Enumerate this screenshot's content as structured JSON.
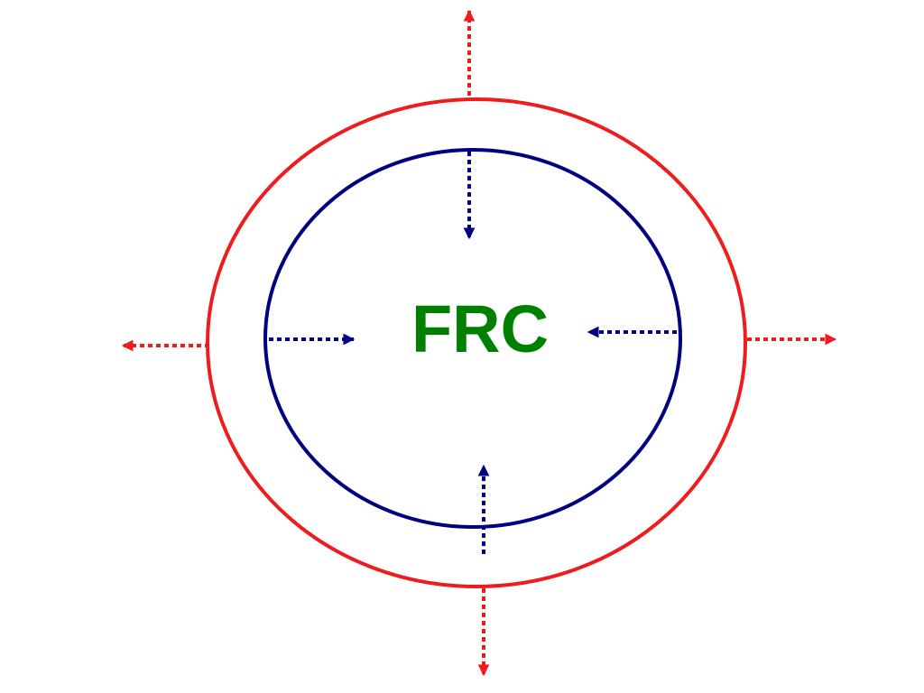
{
  "diagram": {
    "center_label": "FRC",
    "colors": {
      "outer": "#ee1c1c",
      "inner": "#000080",
      "label": "#008000",
      "background": "#ffffff"
    },
    "arrows": {
      "outer_direction": "outward",
      "inner_direction": "inward",
      "style": "dotted"
    }
  }
}
